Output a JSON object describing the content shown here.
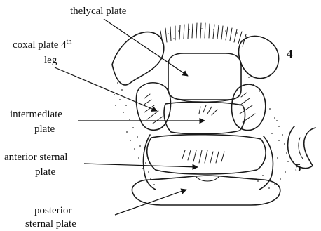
{
  "labels": {
    "thelycal": "thelycal plate",
    "coxal_line1": "coxal plate 4",
    "coxal_sup": "th",
    "coxal_line2": "leg",
    "intermediate_line1": "intermediate",
    "intermediate_line2": "plate",
    "anterior_line1": "anterior sternal",
    "anterior_line2": "plate",
    "posterior_line1": "posterior",
    "posterior_line2": "sternal plate"
  },
  "segments": {
    "four": "4",
    "five": "5"
  }
}
